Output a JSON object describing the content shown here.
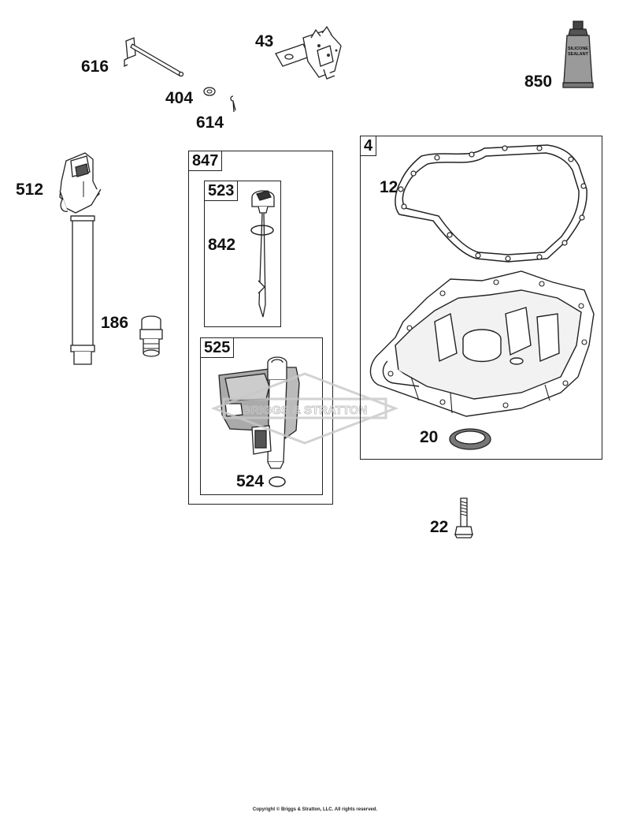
{
  "labels": {
    "p616": "616",
    "p43": "43",
    "p850": "850",
    "p404": "404",
    "p614": "614",
    "p512": "512",
    "p186": "186",
    "p847": "847",
    "p523": "523",
    "p842": "842",
    "p525": "525",
    "p524": "524",
    "p4": "4",
    "p12": "12",
    "p20": "20",
    "p22": "22"
  },
  "tube_text": {
    "line1": "SILICONE",
    "line2": "SEALANT"
  },
  "watermark": "BRIGGS & STRATTON",
  "footer": "Copyright © Briggs & Stratton, LLC. All rights reserved."
}
